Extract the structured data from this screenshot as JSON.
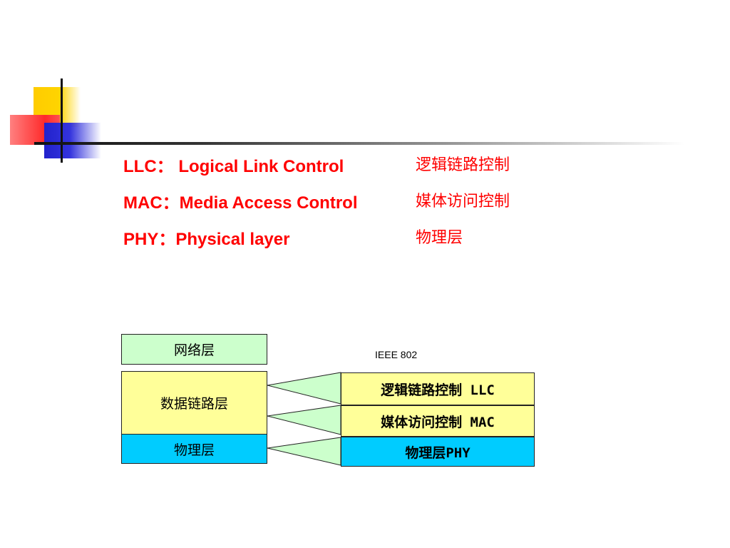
{
  "definitions": [
    {
      "en": "LLC：  Logical Link Control",
      "zh": "逻辑链路控制"
    },
    {
      "en": "MAC：Media Access Control",
      "zh": "媒体访问控制"
    },
    {
      "en": "PHY：Physical layer",
      "zh": "物理层"
    }
  ],
  "left_stack": {
    "network": "网络层",
    "datalink": "数据链路层",
    "physical": "物理层"
  },
  "right_label": "IEEE 802",
  "right_stack": {
    "llc": "逻辑链路控制 LLC",
    "mac": "媒体访问控制 MAC",
    "phy": "物理层PHY"
  },
  "colors": {
    "text_red": "#ff0000",
    "green_box": "#ccffcc",
    "yellow_box": "#ffff99",
    "cyan_box": "#00ccff",
    "connector_fill": "#ccffcc"
  }
}
